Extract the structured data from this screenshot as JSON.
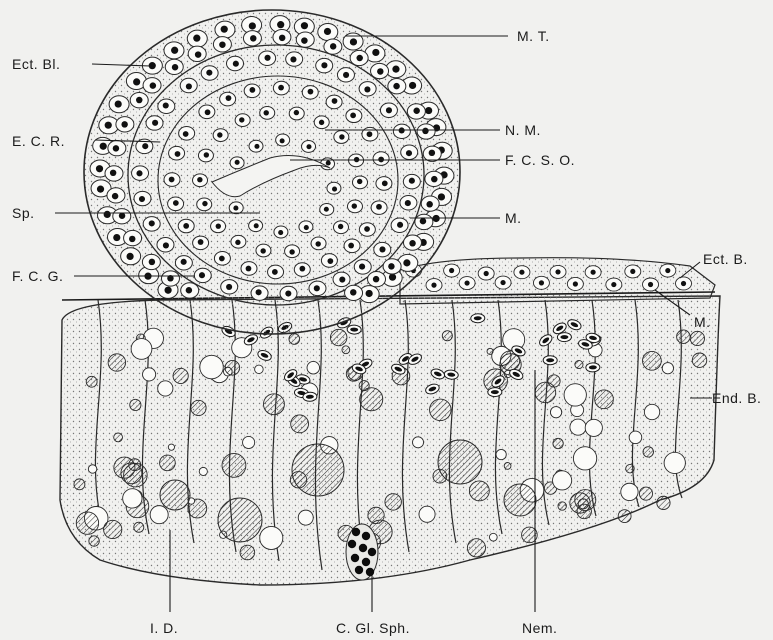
{
  "labels": {
    "mt": "M. T.",
    "ectbl": "Ect. Bl.",
    "ecr": "E. C. R.",
    "nm": "N. M.",
    "fcso": "F. C. S. O.",
    "sp": "Sp.",
    "m_upper": "M.",
    "ectb": "Ect. B.",
    "fcg": "F. C. G.",
    "m_lower": "M.",
    "endb": "End. B.",
    "id": "I. D.",
    "cglsph": "C. Gl. Sph.",
    "nem": "Nem."
  },
  "colors": {
    "paper": "#f1f1ef",
    "ink": "#1b1b1b",
    "stipple": "#c9c9c4"
  }
}
